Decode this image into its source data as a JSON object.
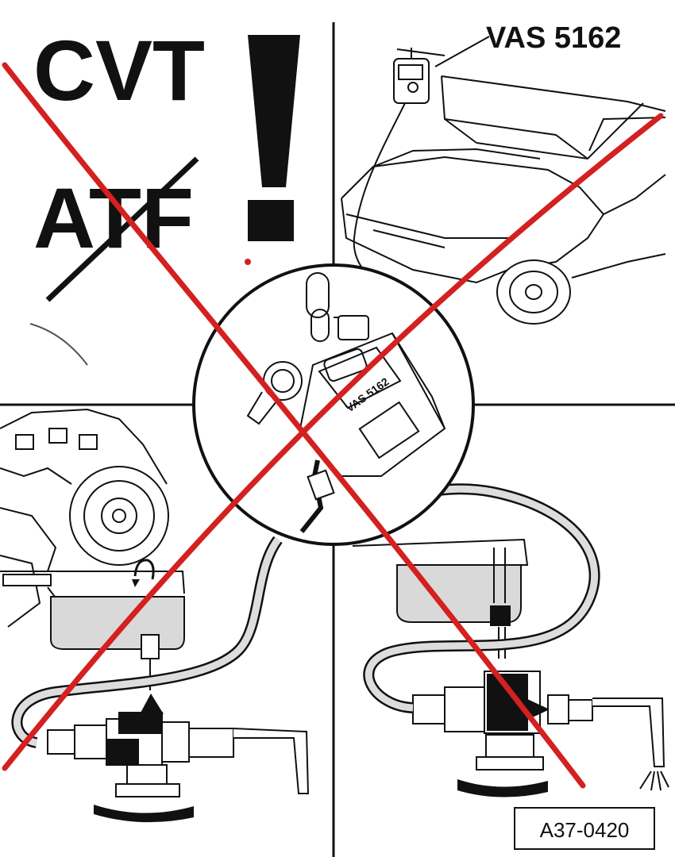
{
  "warning": {
    "heading": "CVT",
    "struck_text": "ATF",
    "exclamation": "!"
  },
  "tool_label": "VAS 5162",
  "filler_can_label": "VAS 5162",
  "figure_code": "A37-0420",
  "colors": {
    "line": "#111111",
    "prohibition_cross": "#d42020",
    "oil_fill": "#d9d9d9",
    "background": "#ffffff"
  }
}
